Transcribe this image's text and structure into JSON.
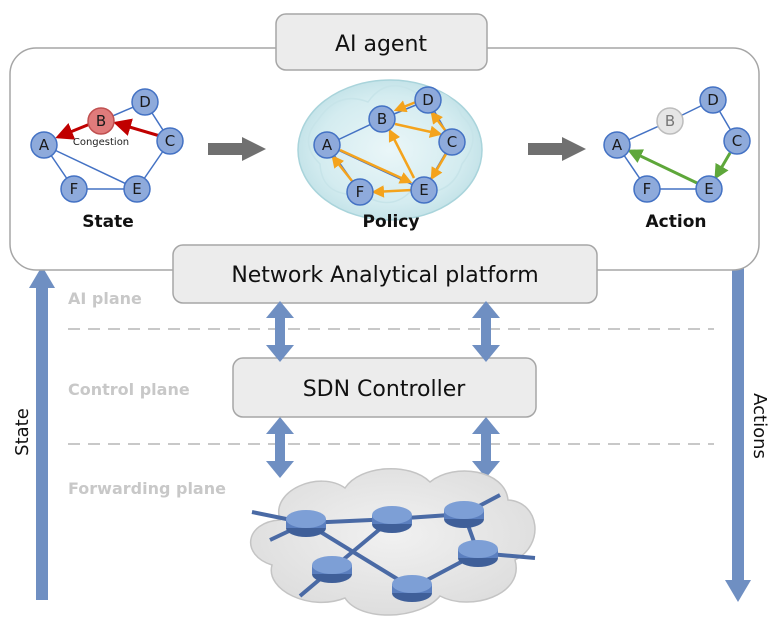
{
  "agent": {
    "title": "AI agent",
    "panels": [
      {
        "caption": "State",
        "nodes": [
          "A",
          "B",
          "C",
          "D",
          "E",
          "F"
        ],
        "annotation": "Congestion"
      },
      {
        "caption": "Policy",
        "nodes": [
          "A",
          "B",
          "C",
          "D",
          "E",
          "F"
        ]
      },
      {
        "caption": "Action",
        "nodes": [
          "A",
          "B",
          "C",
          "D",
          "E",
          "F"
        ]
      }
    ]
  },
  "platform": {
    "label": "Network Analytical platform"
  },
  "controller": {
    "label": "SDN Controller"
  },
  "planes": {
    "ai": "AI plane",
    "control": "Control plane",
    "forwarding": "Forwarding plane"
  },
  "side": {
    "left": "State",
    "right": "Actions"
  },
  "colors": {
    "node_fill": "#8eaadb",
    "node_stroke": "#4472c4",
    "congested_node": "#e07b7b",
    "idle_node": "#e6e6e6",
    "congestion_link": "#c00000",
    "policy_link": "#f4a31c",
    "action_link": "#5ea73a",
    "network_link": "#4472c4",
    "side_arrow": "#6f8fc2",
    "box_fill": "#ececec",
    "box_stroke": "#a6a6a6",
    "plane_text": "#c8c8c8",
    "gray_arrow": "#707070"
  }
}
